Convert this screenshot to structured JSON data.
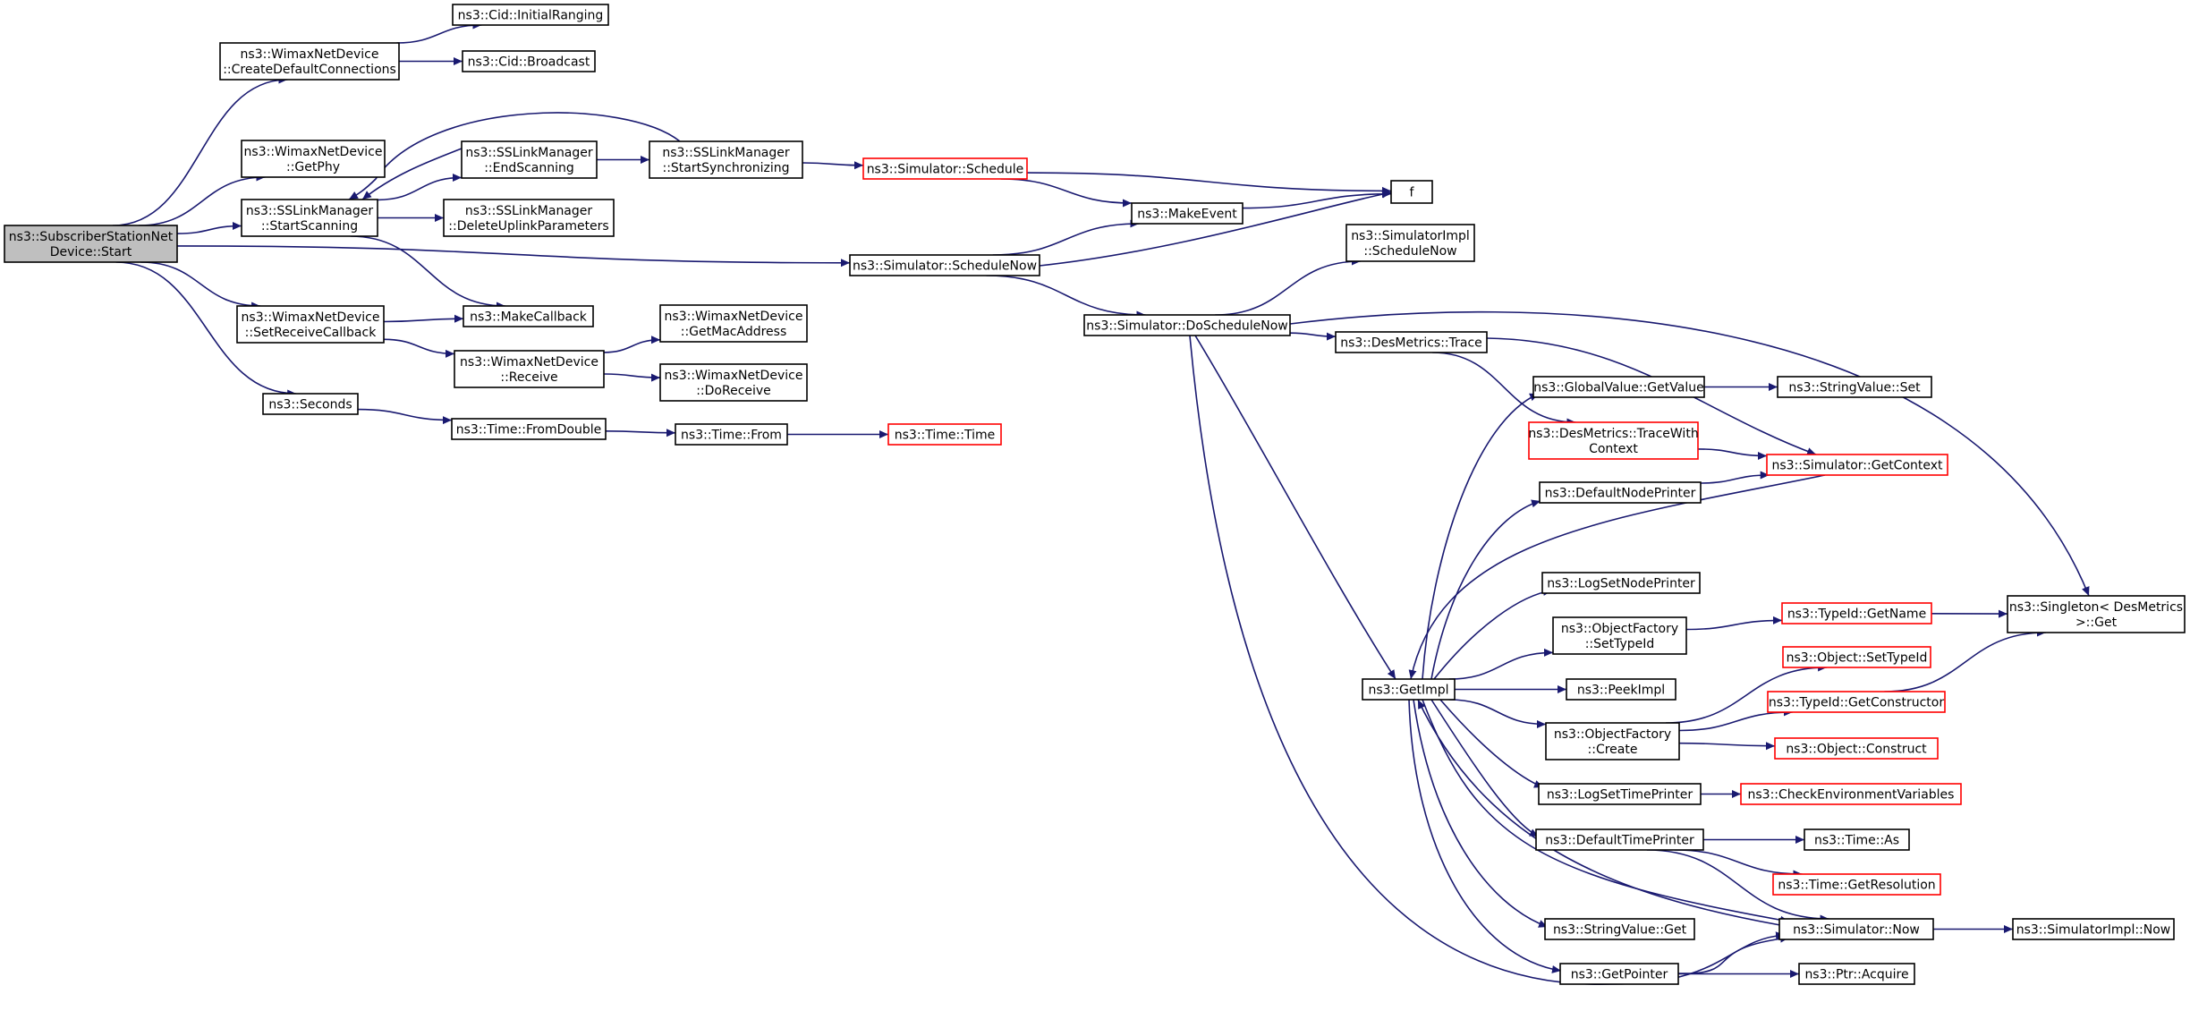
{
  "colors": {
    "edge": "#191970",
    "node_border": "#000000",
    "node_border_truncated": "#ff0000",
    "root_fill": "#bfbfbf",
    "node_fill": "#ffffff"
  },
  "diagram": {
    "root": "start",
    "nodes": [
      {
        "id": "start",
        "lines": [
          "ns3::SubscriberStationNet",
          "Device::Start"
        ],
        "style": "root"
      },
      {
        "id": "createDefConn",
        "lines": [
          "ns3::WimaxNetDevice",
          "::CreateDefaultConnections"
        ],
        "style": "normal"
      },
      {
        "id": "cidInitRanging",
        "lines": [
          "ns3::Cid::InitialRanging"
        ],
        "style": "normal"
      },
      {
        "id": "cidBroadcast",
        "lines": [
          "ns3::Cid::Broadcast"
        ],
        "style": "normal"
      },
      {
        "id": "getPhy",
        "lines": [
          "ns3::WimaxNetDevice",
          "::GetPhy"
        ],
        "style": "normal"
      },
      {
        "id": "startScanning",
        "lines": [
          "ns3::SSLinkManager",
          "::StartScanning"
        ],
        "style": "normal"
      },
      {
        "id": "endScanning",
        "lines": [
          "ns3::SSLinkManager",
          "::EndScanning"
        ],
        "style": "normal"
      },
      {
        "id": "startSync",
        "lines": [
          "ns3::SSLinkManager",
          "::StartSynchronizing"
        ],
        "style": "normal"
      },
      {
        "id": "deleteUplink",
        "lines": [
          "ns3::SSLinkManager",
          "::DeleteUplinkParameters"
        ],
        "style": "normal"
      },
      {
        "id": "simSchedule",
        "lines": [
          "ns3::Simulator::Schedule"
        ],
        "style": "truncated"
      },
      {
        "id": "f",
        "lines": [
          "f"
        ],
        "style": "normal"
      },
      {
        "id": "makeEvent",
        "lines": [
          "ns3::MakeEvent"
        ],
        "style": "normal"
      },
      {
        "id": "simScheduleNow",
        "lines": [
          "ns3::Simulator::ScheduleNow"
        ],
        "style": "normal"
      },
      {
        "id": "setRecvCb",
        "lines": [
          "ns3::WimaxNetDevice",
          "::SetReceiveCallback"
        ],
        "style": "normal"
      },
      {
        "id": "makeCallback",
        "lines": [
          "ns3::MakeCallback"
        ],
        "style": "normal"
      },
      {
        "id": "receive",
        "lines": [
          "ns3::WimaxNetDevice",
          "::Receive"
        ],
        "style": "normal"
      },
      {
        "id": "getMac",
        "lines": [
          "ns3::WimaxNetDevice",
          "::GetMacAddress"
        ],
        "style": "normal"
      },
      {
        "id": "doReceive",
        "lines": [
          "ns3::WimaxNetDevice",
          "::DoReceive"
        ],
        "style": "normal"
      },
      {
        "id": "seconds",
        "lines": [
          "ns3::Seconds"
        ],
        "style": "normal"
      },
      {
        "id": "fromDouble",
        "lines": [
          "ns3::Time::FromDouble"
        ],
        "style": "normal"
      },
      {
        "id": "timeFrom",
        "lines": [
          "ns3::Time::From"
        ],
        "style": "normal"
      },
      {
        "id": "timeTime",
        "lines": [
          "ns3::Time::Time"
        ],
        "style": "truncated"
      },
      {
        "id": "simImplScheduleNow",
        "lines": [
          "ns3::SimulatorImpl",
          "::ScheduleNow"
        ],
        "style": "normal"
      },
      {
        "id": "doScheduleNow",
        "lines": [
          "ns3::Simulator::DoScheduleNow"
        ],
        "style": "normal"
      },
      {
        "id": "desTrace",
        "lines": [
          "ns3::DesMetrics::Trace"
        ],
        "style": "normal"
      },
      {
        "id": "gvGetValue",
        "lines": [
          "ns3::GlobalValue::GetValue"
        ],
        "style": "normal"
      },
      {
        "id": "svSet",
        "lines": [
          "ns3::StringValue::Set"
        ],
        "style": "normal"
      },
      {
        "id": "traceWithCtx",
        "lines": [
          "ns3::DesMetrics::TraceWith",
          "Context"
        ],
        "style": "truncated"
      },
      {
        "id": "getContext",
        "lines": [
          "ns3::Simulator::GetContext"
        ],
        "style": "truncated"
      },
      {
        "id": "defNodePrinter",
        "lines": [
          "ns3::DefaultNodePrinter"
        ],
        "style": "normal"
      },
      {
        "id": "logSetNodePrinter",
        "lines": [
          "ns3::LogSetNodePrinter"
        ],
        "style": "normal"
      },
      {
        "id": "ofSetTypeId",
        "lines": [
          "ns3::ObjectFactory",
          "::SetTypeId"
        ],
        "style": "normal"
      },
      {
        "id": "typeIdGetName",
        "lines": [
          "ns3::TypeId::GetName"
        ],
        "style": "truncated"
      },
      {
        "id": "singletonGet",
        "lines": [
          "ns3::Singleton< DesMetrics",
          ">::Get"
        ],
        "style": "normal"
      },
      {
        "id": "getImpl",
        "lines": [
          "ns3::GetImpl"
        ],
        "style": "normal"
      },
      {
        "id": "peekImpl",
        "lines": [
          "ns3::PeekImpl"
        ],
        "style": "normal"
      },
      {
        "id": "objSetTypeId",
        "lines": [
          "ns3::Object::SetTypeId"
        ],
        "style": "truncated"
      },
      {
        "id": "typeIdGetCtor",
        "lines": [
          "ns3::TypeId::GetConstructor"
        ],
        "style": "truncated"
      },
      {
        "id": "ofCreate",
        "lines": [
          "ns3::ObjectFactory",
          "::Create"
        ],
        "style": "normal"
      },
      {
        "id": "objConstruct",
        "lines": [
          "ns3::Object::Construct"
        ],
        "style": "truncated"
      },
      {
        "id": "logSetTimePrinter",
        "lines": [
          "ns3::LogSetTimePrinter"
        ],
        "style": "normal"
      },
      {
        "id": "checkEnv",
        "lines": [
          "ns3::CheckEnvironmentVariables"
        ],
        "style": "truncated"
      },
      {
        "id": "defTimePrinter",
        "lines": [
          "ns3::DefaultTimePrinter"
        ],
        "style": "normal"
      },
      {
        "id": "timeAs",
        "lines": [
          "ns3::Time::As"
        ],
        "style": "normal"
      },
      {
        "id": "timeGetRes",
        "lines": [
          "ns3::Time::GetResolution"
        ],
        "style": "truncated"
      },
      {
        "id": "svGet",
        "lines": [
          "ns3::StringValue::Get"
        ],
        "style": "normal"
      },
      {
        "id": "simNow",
        "lines": [
          "ns3::Simulator::Now"
        ],
        "style": "normal"
      },
      {
        "id": "simImplNow",
        "lines": [
          "ns3::SimulatorImpl::Now"
        ],
        "style": "normal"
      },
      {
        "id": "getPointer",
        "lines": [
          "ns3::GetPointer"
        ],
        "style": "normal"
      },
      {
        "id": "ptrAcquire",
        "lines": [
          "ns3::Ptr::Acquire"
        ],
        "style": "normal"
      }
    ],
    "edges": [
      [
        "start",
        "createDefConn"
      ],
      [
        "start",
        "getPhy"
      ],
      [
        "start",
        "startScanning"
      ],
      [
        "start",
        "simScheduleNow"
      ],
      [
        "start",
        "setRecvCb"
      ],
      [
        "start",
        "seconds"
      ],
      [
        "createDefConn",
        "cidInitRanging"
      ],
      [
        "createDefConn",
        "cidBroadcast"
      ],
      [
        "startScanning",
        "endScanning"
      ],
      [
        "startScanning",
        "deleteUplink"
      ],
      [
        "startScanning",
        "makeCallback"
      ],
      [
        "endScanning",
        "startScanning"
      ],
      [
        "endScanning",
        "startSync"
      ],
      [
        "startSync",
        "startScanning"
      ],
      [
        "startSync",
        "simSchedule"
      ],
      [
        "simSchedule",
        "makeEvent"
      ],
      [
        "simSchedule",
        "f"
      ],
      [
        "makeEvent",
        "f"
      ],
      [
        "simScheduleNow",
        "makeEvent"
      ],
      [
        "simScheduleNow",
        "f"
      ],
      [
        "simScheduleNow",
        "doScheduleNow"
      ],
      [
        "setRecvCb",
        "makeCallback"
      ],
      [
        "setRecvCb",
        "receive"
      ],
      [
        "receive",
        "getMac"
      ],
      [
        "receive",
        "doReceive"
      ],
      [
        "seconds",
        "fromDouble"
      ],
      [
        "fromDouble",
        "timeFrom"
      ],
      [
        "timeFrom",
        "timeTime"
      ],
      [
        "doScheduleNow",
        "simImplScheduleNow"
      ],
      [
        "doScheduleNow",
        "desTrace"
      ],
      [
        "doScheduleNow",
        "singletonGet"
      ],
      [
        "doScheduleNow",
        "getImpl"
      ],
      [
        "doScheduleNow",
        "simNow"
      ],
      [
        "desTrace",
        "traceWithCtx"
      ],
      [
        "desTrace",
        "getContext"
      ],
      [
        "traceWithCtx",
        "getContext"
      ],
      [
        "gvGetValue",
        "svSet"
      ],
      [
        "defNodePrinter",
        "getContext"
      ],
      [
        "ofSetTypeId",
        "typeIdGetName"
      ],
      [
        "typeIdGetName",
        "singletonGet"
      ],
      [
        "getImpl",
        "gvGetValue"
      ],
      [
        "getImpl",
        "defNodePrinter"
      ],
      [
        "getImpl",
        "logSetNodePrinter"
      ],
      [
        "getImpl",
        "ofSetTypeId"
      ],
      [
        "getImpl",
        "peekImpl"
      ],
      [
        "getImpl",
        "ofCreate"
      ],
      [
        "getImpl",
        "logSetTimePrinter"
      ],
      [
        "getImpl",
        "defTimePrinter"
      ],
      [
        "getImpl",
        "svGet"
      ],
      [
        "getImpl",
        "getPointer"
      ],
      [
        "getImpl",
        "simNow"
      ],
      [
        "getContext",
        "getImpl"
      ],
      [
        "ofCreate",
        "objSetTypeId"
      ],
      [
        "ofCreate",
        "typeIdGetCtor"
      ],
      [
        "ofCreate",
        "objConstruct"
      ],
      [
        "typeIdGetCtor",
        "singletonGet"
      ],
      [
        "logSetTimePrinter",
        "checkEnv"
      ],
      [
        "defTimePrinter",
        "timeAs"
      ],
      [
        "defTimePrinter",
        "timeGetRes"
      ],
      [
        "defTimePrinter",
        "simNow"
      ],
      [
        "simNow",
        "getImpl"
      ],
      [
        "simNow",
        "simImplNow"
      ],
      [
        "getPointer",
        "ptrAcquire"
      ],
      [
        "getPointer",
        "simNow"
      ]
    ]
  }
}
